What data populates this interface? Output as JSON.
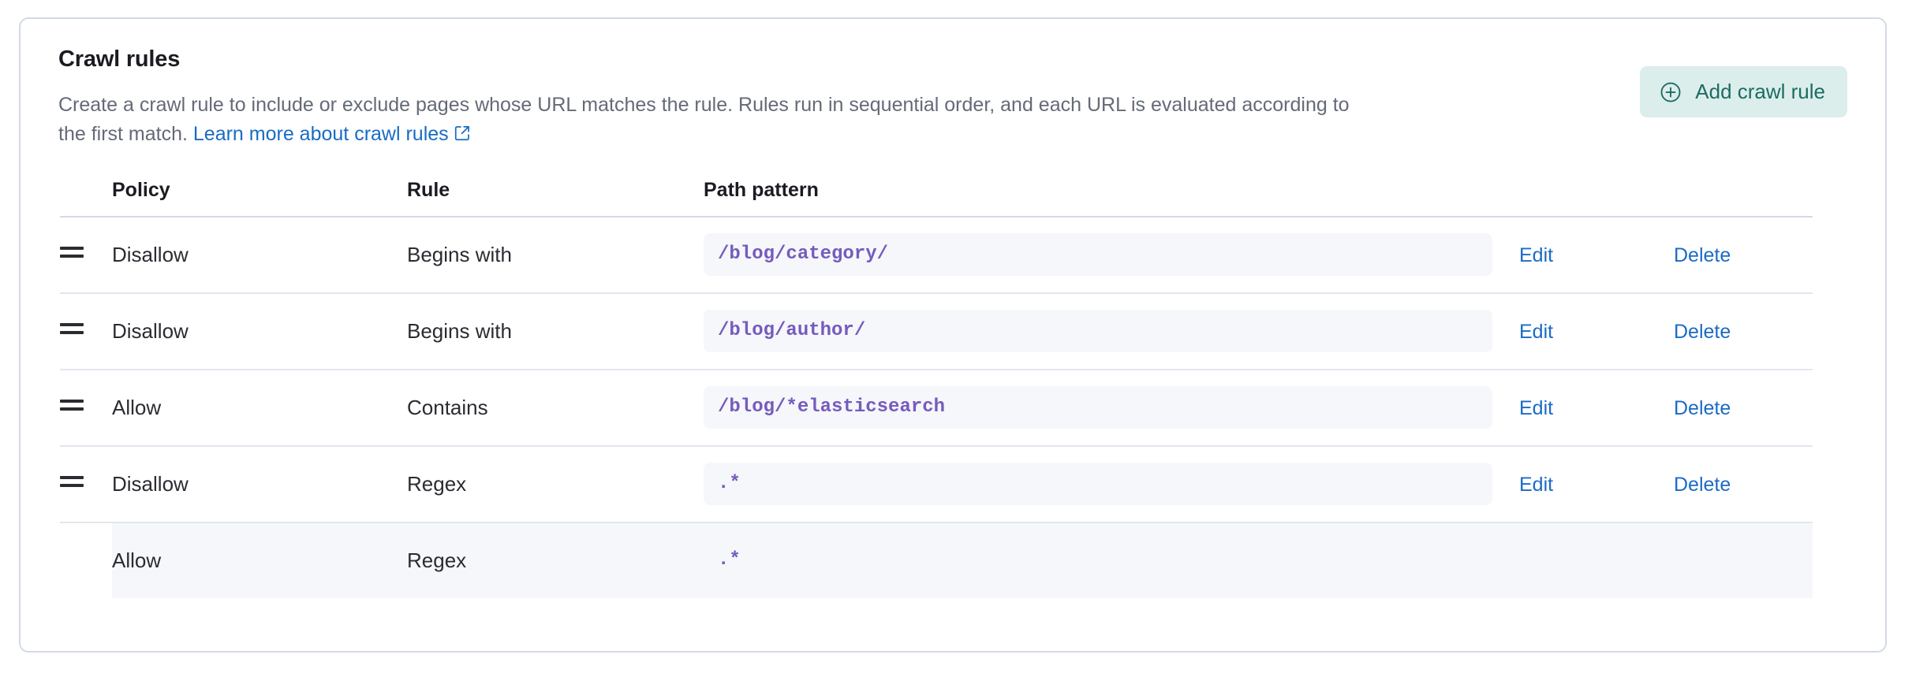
{
  "card": {
    "title": "Crawl rules",
    "description_part1": "Create a crawl rule to include or exclude pages whose URL matches the rule. Rules run in sequential order, and each URL is evaluated according to the first match. ",
    "learn_more_label": "Learn more about crawl rules",
    "external_link_icon": "external-link-icon"
  },
  "add_button": {
    "label": "Add crawl rule",
    "icon": "plus-in-circle-icon",
    "bg_color": "#dbeeec",
    "text_color": "#1e6b63"
  },
  "table": {
    "columns": [
      "Policy",
      "Rule",
      "Path pattern"
    ],
    "actions": {
      "edit": "Edit",
      "delete": "Delete"
    },
    "drag_handle_icon": "drag-handle-icon",
    "rows": [
      {
        "policy": "Disallow",
        "rule": "Begins with",
        "path_pattern": "/blog/category/",
        "draggable": true,
        "has_actions": true,
        "highlighted": false,
        "chip": true
      },
      {
        "policy": "Disallow",
        "rule": "Begins with",
        "path_pattern": "/blog/author/",
        "draggable": true,
        "has_actions": true,
        "highlighted": false,
        "chip": true
      },
      {
        "policy": "Allow",
        "rule": "Contains",
        "path_pattern": "/blog/*elasticsearch",
        "draggable": true,
        "has_actions": true,
        "highlighted": false,
        "chip": true
      },
      {
        "policy": "Disallow",
        "rule": "Regex",
        "path_pattern": ".*",
        "draggable": true,
        "has_actions": true,
        "highlighted": false,
        "chip": true
      },
      {
        "policy": "Allow",
        "rule": "Regex",
        "path_pattern": ".*",
        "draggable": false,
        "has_actions": false,
        "highlighted": true,
        "chip": false
      }
    ]
  },
  "colors": {
    "link": "#1a6bc4",
    "code_text": "#765bbd",
    "code_bg": "#f5f7fb",
    "card_border": "#d3dae6",
    "row_divider": "#e3e6ef",
    "highlight_row": "#f5f7fb"
  }
}
